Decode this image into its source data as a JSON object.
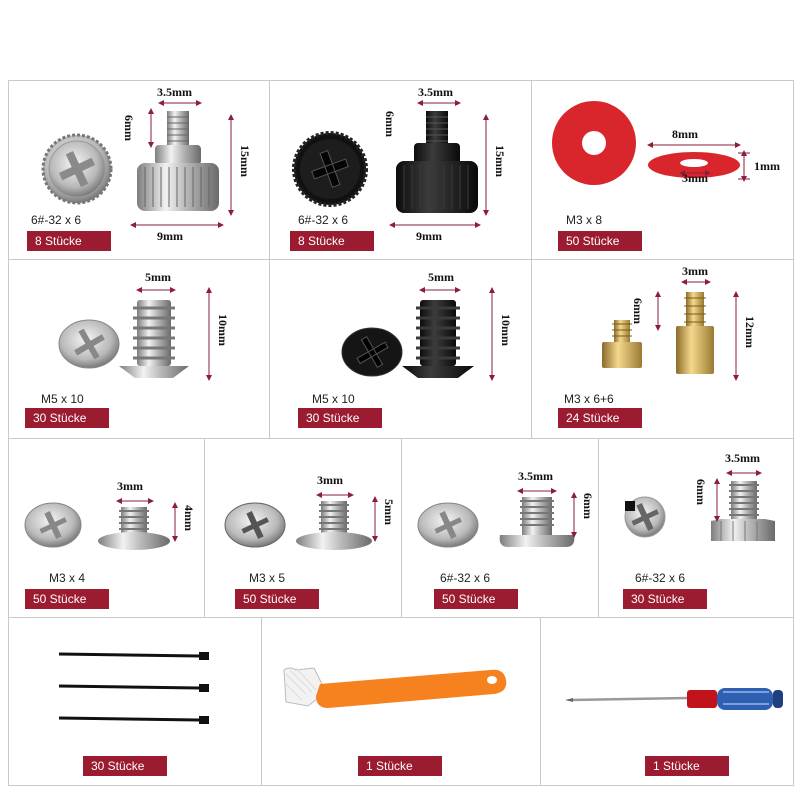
{
  "colors": {
    "badge": "#9b1b30",
    "dimension_line": "#8b1e3a",
    "washer": "#d9262c"
  },
  "items": [
    {
      "spec": "6#-32 x 6",
      "count": "8 Stücke",
      "dims": [
        "3.5mm",
        "6mm",
        "15mm",
        "9mm"
      ]
    },
    {
      "spec": "6#-32 x 6",
      "count": "8 Stücke",
      "dims": [
        "3.5mm",
        "6mm",
        "15mm",
        "9mm"
      ]
    },
    {
      "spec": "M3 x 8",
      "count": "50 Stücke",
      "dims": [
        "8mm",
        "1mm",
        "3mm"
      ]
    },
    {
      "spec": "M5 x 10",
      "count": "30 Stücke",
      "dims": [
        "5mm",
        "10mm"
      ]
    },
    {
      "spec": "M5 x 10",
      "count": "30 Stücke",
      "dims": [
        "5mm",
        "10mm"
      ]
    },
    {
      "spec": "M3 x 6+6",
      "count": "24 Stücke",
      "dims": [
        "3mm",
        "6mm",
        "12mm"
      ]
    },
    {
      "spec": "M3 x 4",
      "count": "50 Stücke",
      "dims": [
        "3mm",
        "4mm"
      ]
    },
    {
      "spec": "M3 x 5",
      "count": "50 Stücke",
      "dims": [
        "3mm",
        "5mm"
      ]
    },
    {
      "spec": "6#-32 x 6",
      "count": "50 Stücke",
      "dims": [
        "3.5mm",
        "6mm"
      ]
    },
    {
      "spec": "6#-32 x 6",
      "count": "30 Stücke",
      "dims": [
        "3.5mm",
        "6mm"
      ]
    },
    {
      "count": "30 Stücke"
    },
    {
      "count": "1 Stücke"
    },
    {
      "count": "1 Stücke"
    }
  ]
}
